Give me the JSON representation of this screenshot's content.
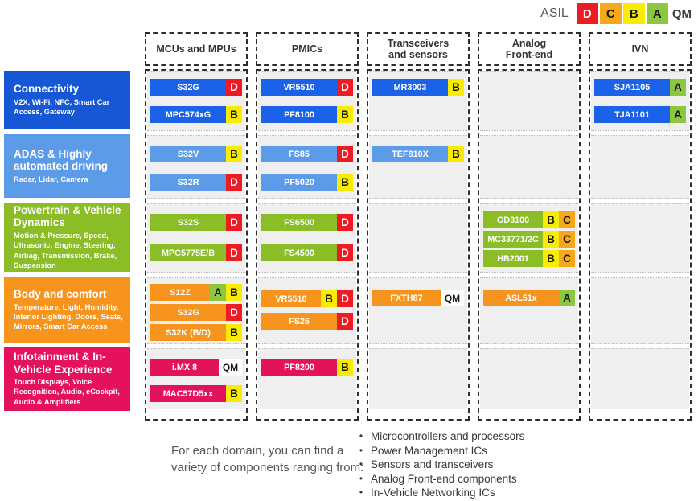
{
  "legend": {
    "label": "ASIL",
    "levels": [
      {
        "code": "D",
        "bg": "#EC1B24",
        "fg": "#FFFFFF"
      },
      {
        "code": "C",
        "bg": "#F6A81C",
        "fg": "#1A1A1A"
      },
      {
        "code": "B",
        "bg": "#F9EC00",
        "fg": "#1A1A1A"
      },
      {
        "code": "A",
        "bg": "#8DC63F",
        "fg": "#1A1A1A"
      }
    ],
    "qm_label": "QM",
    "qm_bg": "#FFFFFF",
    "qm_fg": "#1A1A1A"
  },
  "columns": [
    {
      "id": "mcus",
      "label": "MCUs and MPUs"
    },
    {
      "id": "pmics",
      "label": "PMICs"
    },
    {
      "id": "transceivers",
      "label": "Transceivers\nand sensors"
    },
    {
      "id": "analog",
      "label": "Analog\nFront-end"
    },
    {
      "id": "ivn",
      "label": "IVN"
    }
  ],
  "domains": [
    {
      "name": "Connectivity",
      "subtitle": "V2X, Wi-Fi, NFC, Smart Car Access, Gateway",
      "color": "#1557D5",
      "chip_color": "#1B62E8",
      "cells": {
        "mcus": [
          {
            "label": "S32G",
            "badges": [
              "D"
            ]
          },
          {
            "label": "MPC574xG",
            "badges": [
              "B"
            ]
          }
        ],
        "pmics": [
          {
            "label": "VR5510",
            "badges": [
              "D"
            ]
          },
          {
            "label": "PF8100",
            "badges": [
              "B"
            ]
          }
        ],
        "transceivers": [
          {
            "label": "MR3003",
            "badges": [
              "B"
            ]
          }
        ],
        "analog": [],
        "ivn": [
          {
            "label": "SJA1105",
            "badges": [
              "A"
            ]
          },
          {
            "label": "TJA1101",
            "badges": [
              "A"
            ]
          }
        ]
      }
    },
    {
      "name": "ADAS & Highly automated driving",
      "subtitle": "Radar, Lidar, Camera",
      "color": "#5B9BE8",
      "chip_color": "#5B9BE8",
      "cells": {
        "mcus": [
          {
            "label": "S32V",
            "badges": [
              "B"
            ]
          },
          {
            "label": "S32R",
            "badges": [
              "D"
            ]
          }
        ],
        "pmics": [
          {
            "label": "FS85",
            "badges": [
              "D"
            ]
          },
          {
            "label": "PF5020",
            "badges": [
              "B"
            ]
          }
        ],
        "transceivers": [
          {
            "label": "TEF810X",
            "badges": [
              "B"
            ]
          }
        ],
        "analog": [],
        "ivn": []
      }
    },
    {
      "name": "Powertrain & Vehicle Dynamics",
      "subtitle": "Motion & Pressure, Speed, Ultrasonic, Engine, Steering, Airbag, Transmission, Brake, Suspension",
      "color": "#8BBD26",
      "chip_color": "#8BBD26",
      "cells": {
        "mcus": [
          {
            "label": "S32S",
            "badges": [
              "D"
            ]
          },
          {
            "label": "MPC5775E/B",
            "badges": [
              "D"
            ]
          }
        ],
        "pmics": [
          {
            "label": "FS6500",
            "badges": [
              "D"
            ]
          },
          {
            "label": "FS4500",
            "badges": [
              "D"
            ]
          }
        ],
        "transceivers": [],
        "analog": [
          {
            "label": "GD3100",
            "badges": [
              "B",
              "C"
            ]
          },
          {
            "label": "MC33771/2C",
            "badges": [
              "B",
              "C"
            ]
          },
          {
            "label": "HB2001",
            "badges": [
              "B",
              "C"
            ]
          }
        ],
        "ivn": []
      }
    },
    {
      "name": "Body and comfort",
      "subtitle": "Temperature, Light, Humidity, Interior Lighting, Doors, Seats, Mirrors, Smart Car Access",
      "color": "#F7941D",
      "chip_color": "#F7941D",
      "cells": {
        "mcus": [
          {
            "label": "S12Z",
            "badges": [
              "A",
              "B"
            ]
          },
          {
            "label": "S32G",
            "badges": [
              "D"
            ]
          },
          {
            "label": "S32K (B/D)",
            "badges": [
              "B"
            ]
          }
        ],
        "pmics": [
          {
            "label": "VR5510",
            "badges": [
              "B",
              "D"
            ]
          },
          {
            "label": "FS26",
            "badges": [
              "D"
            ]
          }
        ],
        "transceivers": [
          {
            "label": "FXTH87",
            "badges": [
              "QM"
            ]
          }
        ],
        "analog": [
          {
            "label": "ASL51x",
            "badges": [
              "A"
            ]
          }
        ],
        "ivn": []
      }
    },
    {
      "name": "Infotainment & In-Vehicle Experience",
      "subtitle": "Touch Displays, Voice Recognition, Audio, eCockpit, Audio & Amplifiers",
      "color": "#E4115C",
      "chip_color": "#E4115C",
      "cells": {
        "mcus": [
          {
            "label": "i.MX 8",
            "badges": [
              "QM"
            ]
          },
          {
            "label": "MAC57D5xx",
            "badges": [
              "B"
            ]
          }
        ],
        "pmics": [
          {
            "label": "PF8200",
            "badges": [
              "B"
            ]
          }
        ],
        "transceivers": [],
        "analog": [],
        "ivn": []
      }
    }
  ],
  "footer": {
    "intro": "For each domain, you can find a variety of components ranging from:",
    "bullets": [
      "Microcontrollers and processors",
      "Power Management ICs",
      "Sensors and transceivers",
      "Analog Front-end components",
      "In-Vehicle Networking ICs"
    ]
  }
}
